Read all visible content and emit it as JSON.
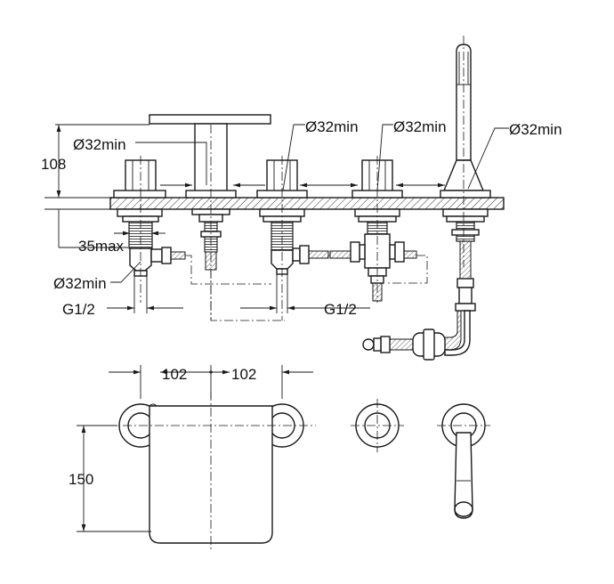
{
  "labels": {
    "dim_108": "108",
    "dia_1": "Ø32min",
    "dia_2": "Ø32min",
    "dia_3": "Ø32min",
    "dia_4": "Ø32min",
    "dia_5": "Ø32min",
    "max_35": "35max",
    "g12_left": "G1/2",
    "g12_mid": "G1/2",
    "dim_102_left": "102",
    "dim_102_right": "102",
    "dim_150": "150"
  }
}
